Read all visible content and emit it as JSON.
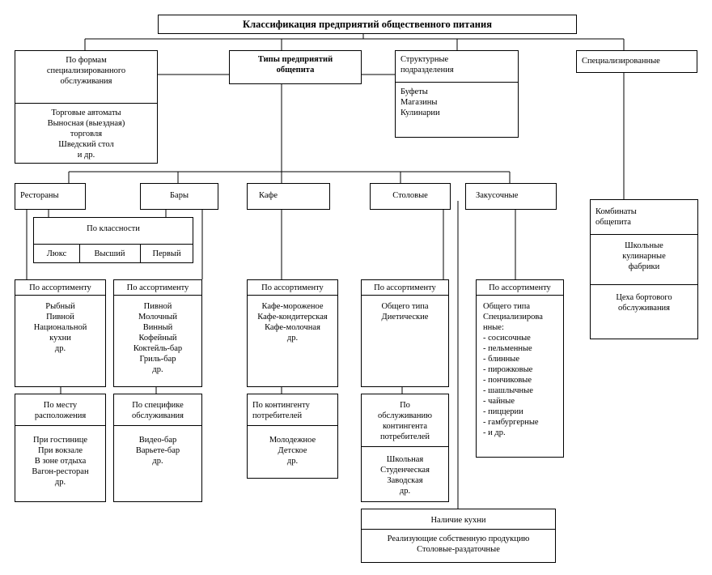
{
  "title": "Классификация предприятий общественного питания",
  "forms": {
    "head": "По формам\nспециализированного\nобслуживания",
    "body": "Торговые автоматы\nВыносная (выездная)\nторговля\nШведский стол\nи др."
  },
  "types": "Типы предприятий\nобщепита",
  "structural": {
    "head": "Структурные\nподразделения",
    "body": "Буфеты\nМагазины\nКулинарии"
  },
  "specialized": "Специализированные",
  "special_list": {
    "item1": "Комбинаты\nобщепита",
    "item2": "Школьные\nкулинарные\nфабрики",
    "item3": "Цеха бортового\nобслуживания"
  },
  "categories": {
    "restaurants": "Рестораны",
    "bars": "Бары",
    "cafe": "Кафе",
    "canteens": "Столовые",
    "snackbars": "Закусочные"
  },
  "class": {
    "head": "По классности",
    "lux": "Люкс",
    "high": "Высший",
    "first": "Первый"
  },
  "assortment_label": "По ассортименту",
  "restaurants_assort": "Рыбный\nПивной\nНациональной\nкухни\nдр.",
  "bars_assort": "Пивной\nМолочный\nВинный\nКофейный\nКоктейль-бар\nГриль-бар\nдр.",
  "cafe_assort": "Кафе-мороженое\nКафе-кондитерская\nКафе-молочная\nдр.",
  "canteens_assort": "Общего типа\nДиетические",
  "snack_assort": "Общего типа\nСпециализирова\nнные:\n- сосисочные\n- пельменные\n- блинные\n- пирожковые\n- пончиковые\n- шашлычные\n- чайные\n- пиццерии\n- гамбургерные\n- и др.",
  "rest_location": {
    "head": "По месту\nрасположения",
    "body": "При гостинице\nПри вокзале\nВ зоне отдыха\nВагон-ресторан\nдр."
  },
  "bars_service": {
    "head": "По специфике\nобслуживания",
    "body": "Видео-бар\nВарьете-бар\nдр."
  },
  "cafe_contingent": {
    "head": "По контингенту\nпотребителей",
    "body": "Молодежное\nДетское\nдр."
  },
  "canteens_contingent": {
    "head": "По\nобслуживанию\nконтингента\nпотребителей",
    "body": "Школьная\nСтуденческая\nЗаводская\nдр."
  },
  "kitchen": {
    "head": "Наличие кухни",
    "body": "Реализующие собственную продукцию\nСтоловые-раздаточные"
  }
}
